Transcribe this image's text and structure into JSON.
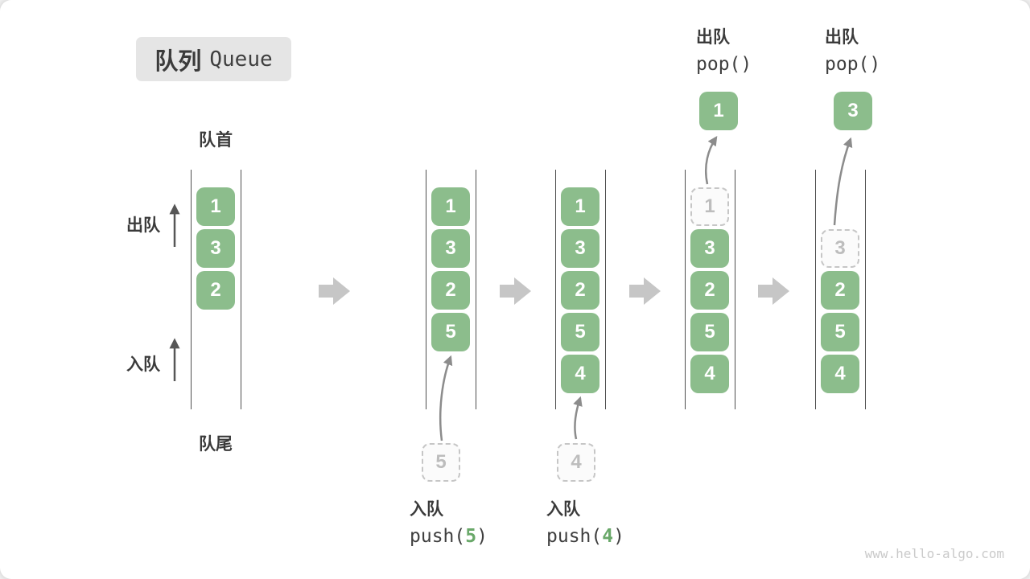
{
  "title": {
    "zh": "队列",
    "en": "Queue"
  },
  "side_labels": {
    "front": "队首",
    "rear": "队尾",
    "dequeue": "出队",
    "enqueue": "入队"
  },
  "stages": [
    {
      "cells": [
        "1",
        "3",
        "2"
      ]
    },
    {
      "cells": [
        "1",
        "3",
        "2",
        "5"
      ],
      "incoming": "5"
    },
    {
      "cells": [
        "1",
        "3",
        "2",
        "5",
        "4"
      ],
      "incoming": "4"
    },
    {
      "cells": [
        "3",
        "2",
        "5",
        "4"
      ],
      "ghost": "1",
      "popped": "1"
    },
    {
      "cells": [
        "2",
        "5",
        "4"
      ],
      "ghost": "3",
      "popped": "3"
    }
  ],
  "ops": {
    "push5": {
      "action": "入队",
      "fn": "push(",
      "arg": "5",
      "close": ")"
    },
    "push4": {
      "action": "入队",
      "fn": "push(",
      "arg": "4",
      "close": ")"
    },
    "pop1": {
      "action": "出队",
      "code": "pop()"
    },
    "pop2": {
      "action": "出队",
      "code": "pop()"
    }
  },
  "watermark": "www.hello-algo.com",
  "colors": {
    "cell_green": "#8cbd8c",
    "code_arg_green": "#69a869",
    "stage_arrow_gray": "#c6c6c6",
    "wall_gray": "#4f4f4f",
    "curve_arrow_gray": "#8c8c8c",
    "text_dark": "#3b3b3b",
    "ghost_border_gray": "#c6c6c6",
    "watermark_gray": "#cacaca",
    "title_chip_gray": "#e5e5e5"
  }
}
